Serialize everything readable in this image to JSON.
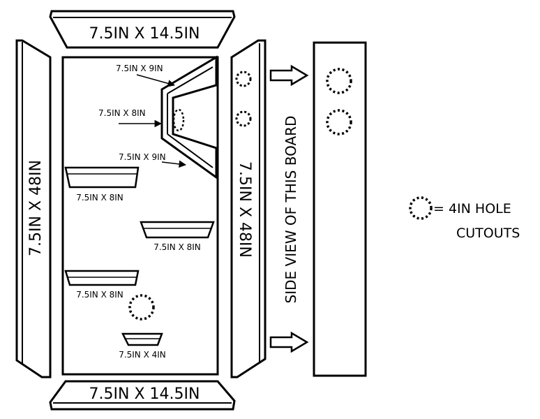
{
  "boards": {
    "top": "7.5IN X 14.5IN",
    "bottom": "7.5IN X 14.5IN",
    "left": "7.5IN X 48IN",
    "right": "7.5IN X 48IN"
  },
  "inner_labels": {
    "diag_upper": "7.5IN X 9IN",
    "vertical_mid": "7.5IN X 8IN",
    "diag_lower": "7.5IN X 9IN",
    "shelf_1": "7.5IN X 8IN",
    "shelf_2": "7.5IN X 8IN",
    "shelf_3": "7.5IN X 8IN",
    "shelf_4": "7.5IN X 4IN"
  },
  "side_view": {
    "label": "SIDE VIEW OF THIS BOARD"
  },
  "legend": {
    "line1": "= 4IN HOLE",
    "line2": "CUTOUTS"
  }
}
